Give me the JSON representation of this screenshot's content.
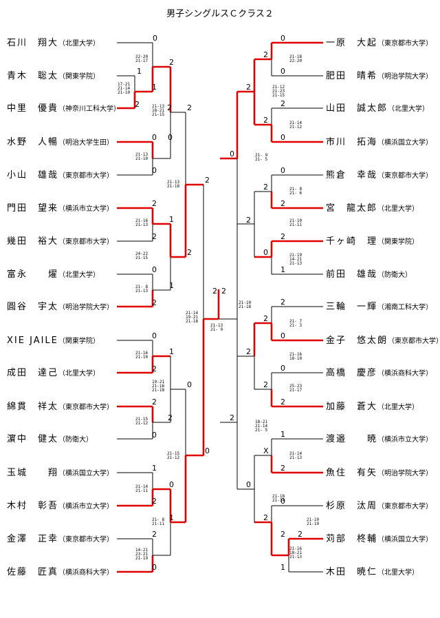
{
  "title": "男子シングルスＣクラス２",
  "left_players": [
    {
      "name": "石川　翔大",
      "aff": "（北里大学）"
    },
    {
      "name": "青木　聡太",
      "aff": "（関東学院）"
    },
    {
      "name": "中里　優貴",
      "aff": "（神奈川工科大学）"
    },
    {
      "name": "水野　人暢",
      "aff": "（明治大学生田）"
    },
    {
      "name": "小山　雄哉",
      "aff": "（東京都市大学）"
    },
    {
      "name": "門田　望来",
      "aff": "（横浜市立大学）"
    },
    {
      "name": "幾田　裕大",
      "aff": "（東京都市大学）"
    },
    {
      "name": "富永　　燿",
      "aff": "（北里大学）"
    },
    {
      "name": "圓谷　宇太",
      "aff": "（明治学院大学）"
    },
    {
      "name": "XIE JAILE",
      "aff": "（関東学院）"
    },
    {
      "name": "成田　達己",
      "aff": "（北里大学）"
    },
    {
      "name": "綿貫　祥太",
      "aff": "（東京都市大学）"
    },
    {
      "name": "濵中　健太",
      "aff": "（防衛大）"
    },
    {
      "name": "玉城　　翔",
      "aff": "（横浜国立大学）"
    },
    {
      "name": "木村　彰吾",
      "aff": "（横浜市立大学）"
    },
    {
      "name": "金澤　正幸",
      "aff": "（東京都市大学）"
    },
    {
      "name": "佐藤　匠真",
      "aff": "（横浜商科大学）"
    }
  ],
  "right_players": [
    {
      "name": "一原　大起",
      "aff": "（東京都市大学）"
    },
    {
      "name": "肥田　晴希",
      "aff": "（明治学院大学）"
    },
    {
      "name": "山田　誠太郎",
      "aff": "（北里大学）"
    },
    {
      "name": "市川　拓海",
      "aff": "（横浜国立大学）"
    },
    {
      "name": "熊倉　幸哉",
      "aff": "（東京都市大学）"
    },
    {
      "name": "宮　龍太郎",
      "aff": "（北里大学）"
    },
    {
      "name": "千ヶ崎　理",
      "aff": "（関東学院）"
    },
    {
      "name": "前田　雄哉",
      "aff": "（防衛大）"
    },
    {
      "name": "三輪　一輝",
      "aff": "（湘南工科大学）"
    },
    {
      "name": "金子　悠太朗",
      "aff": "（東京都市大学）"
    },
    {
      "name": "高橋　慶彦",
      "aff": "（横浜商科大学）"
    },
    {
      "name": "加藤　蒼大",
      "aff": "（北里大学）"
    },
    {
      "name": "渡邉　　暁",
      "aff": "（横浜市立大学）"
    },
    {
      "name": "魚住　有矢",
      "aff": "（明治学院大学）"
    },
    {
      "name": "杉原　汰周",
      "aff": "（東京都市大学）"
    },
    {
      "name": "苅部　柊輔",
      "aff": "（横浜国立大学）"
    },
    {
      "name": "木田　暁仁",
      "aff": "（北里大学）"
    }
  ],
  "results": [
    "0",
    "1",
    "2",
    "2",
    "1",
    "2",
    "0",
    "0",
    "2",
    "0",
    "2",
    "2",
    "1",
    "0",
    "2",
    "1",
    "2",
    "2",
    "0",
    "2",
    "1",
    "2",
    "0",
    "2",
    "0",
    "1",
    "2",
    "0",
    "2",
    "0",
    "1",
    "0",
    "2",
    "2",
    "0",
    "2",
    "0",
    "2",
    "0",
    "2",
    "0",
    "2",
    "2",
    "2",
    "1",
    "0",
    "2",
    "2",
    "0",
    "2",
    "0",
    "2",
    "0",
    "2",
    "2",
    "1",
    "2",
    "X",
    "0",
    "2",
    "2",
    "1",
    "2",
    "2",
    "0",
    "2",
    "2",
    "2",
    "1",
    "2",
    "0",
    "2",
    "1",
    "2",
    "2"
  ],
  "scores": [
    "22-20\n21-17",
    "17-21\n21-14\n21-10",
    "21-13\n18-21\n21-15",
    "21-13\n21-10",
    "21-16\n21-13",
    "24-22\n21-15",
    "21- 8\n21-13",
    "21-13\n21-18",
    "21-14\n19-21\n21-18",
    "21-16\n21-10",
    "19-21\n21-16\n21-18",
    "21-15\n21-12",
    "21-15\n21-12",
    "21-14\n21-11",
    "21- 8\n21-11",
    "14-21\n23-21\n21-19",
    "21-13\n21- 9",
    "21-18\n22-20",
    "21-12\n21-23\n21-15",
    "21-14\n21-12",
    "21- 9\n21- 5",
    "21- 8\n21- 6",
    "21-10\n21-11",
    "21-19\n14-21\n21-13",
    "21-10\n21-18",
    "21- 7\n21- 3",
    "21-16\n18-10",
    "25-23\n21-17",
    "18-21\n21-14\n21- 5",
    "21-14\n21-13",
    "21-18\n21-14",
    "21-10\n21-19",
    "21-16\n18-21\n21-13"
  ]
}
